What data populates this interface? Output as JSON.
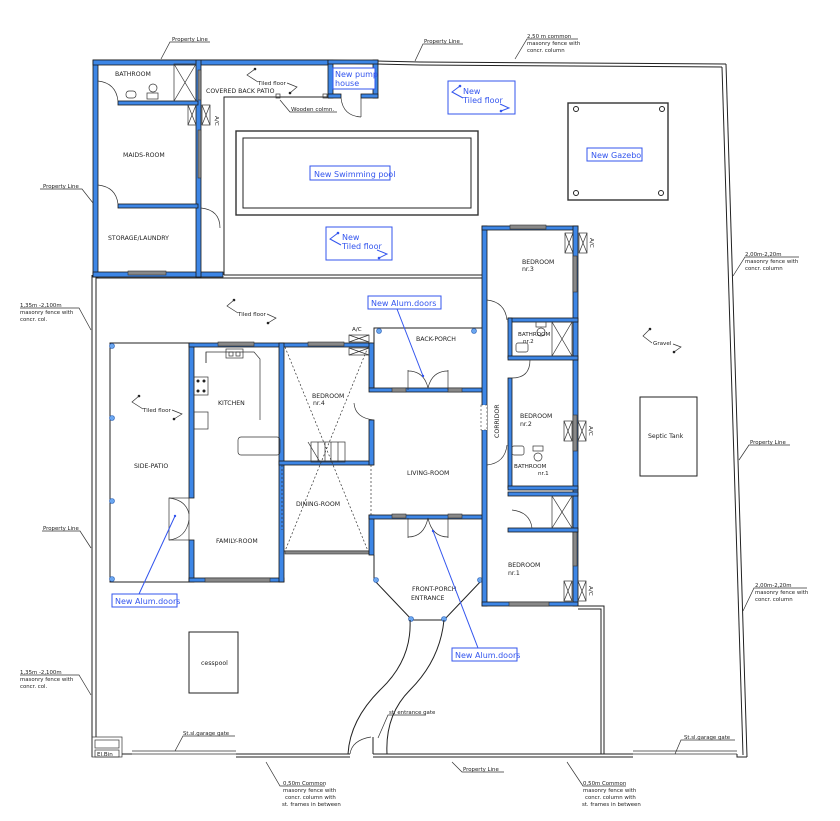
{
  "plan": {
    "rooms": {
      "bathroom_top": "BATHROOM",
      "covered_back_patio": "COVERED BACK PATIO",
      "maids_room": "MAIDS-ROOM",
      "storage_laundry": "STORAGE/LAUNDRY",
      "kitchen": "KITCHEN",
      "side_patio": "SIDE-PATIO",
      "family_room": "FAMILY-ROOM",
      "bedroom4": "BEDROOM",
      "bedroom4_nr": "nr.4",
      "dining_room": "DINING-ROOM",
      "back_porch": "BACK-PORCH",
      "living_room": "LIVING-ROOM",
      "front_porch": "FRONT-PORCH",
      "entrance": "ENTRANCE",
      "corridor": "CORRIDOR",
      "bedroom3": "BEDROOM",
      "bedroom3_nr": "nr.3",
      "bathroom2": "BATHROOM",
      "bathroom2_nr": "nr.2",
      "bedroom2": "BEDROOM",
      "bedroom2_nr": "nr.2",
      "bathroom1": "BATHROOM",
      "bathroom1_nr": "nr.1",
      "bedroom1": "BEDROOM",
      "bedroom1_nr": "nr.1",
      "septic_tank": "Septic Tank",
      "cesspool": "cesspool",
      "el_bin": "El.Bin"
    },
    "new_items": {
      "pump_house_line1": "New pump",
      "pump_house_line2": "house",
      "tiled_floor_top_line1": "New",
      "tiled_floor_top_line2": "Tiled floor",
      "swimming_pool": "New Swimming pool",
      "gazebo": "New Gazebo",
      "tiled_floor_pool_line1": "New",
      "tiled_floor_pool_line2": "Tiled floor",
      "alum_doors_back": "New Alum.doors",
      "alum_doors_side": "New Alum.doors",
      "alum_doors_front": "New Alum.doors"
    },
    "annotations": {
      "tiled_floor_patio": "Tiled floor",
      "tiled_floor_yard": "Tiled floor",
      "tiled_floor_side": "Tiled floor",
      "gravel": "Gravel",
      "wooden_column": "Wooden colmn.",
      "ac": "A/C",
      "property_line": "Property Line",
      "fence_top_l1": "2,50 m common",
      "fence_top_l2": "masonry fence with",
      "fence_top_l3": "concr. column",
      "fence_left_l1": "1,35m -2,100m",
      "fence_left_l2": "masonry fence with",
      "fence_left_l3": "concr. col.",
      "fence_right_l1": "2,00m-2,20m",
      "fence_right_l2": "masonry fence with",
      "fence_right_l3": "concr. column",
      "fence_bottom_l1": "0,50m Common",
      "fence_bottom_l2": "masonry fence with",
      "fence_bottom_l3": "concr. column with",
      "fence_bottom_l4": "st. frames in between",
      "garage_gate": "St.sl.garage gate",
      "entrance_gate": "st. entrance gate"
    },
    "colors": {
      "wall": "#3d86e6",
      "new_item": "#3355ee",
      "line": "#222222"
    }
  }
}
